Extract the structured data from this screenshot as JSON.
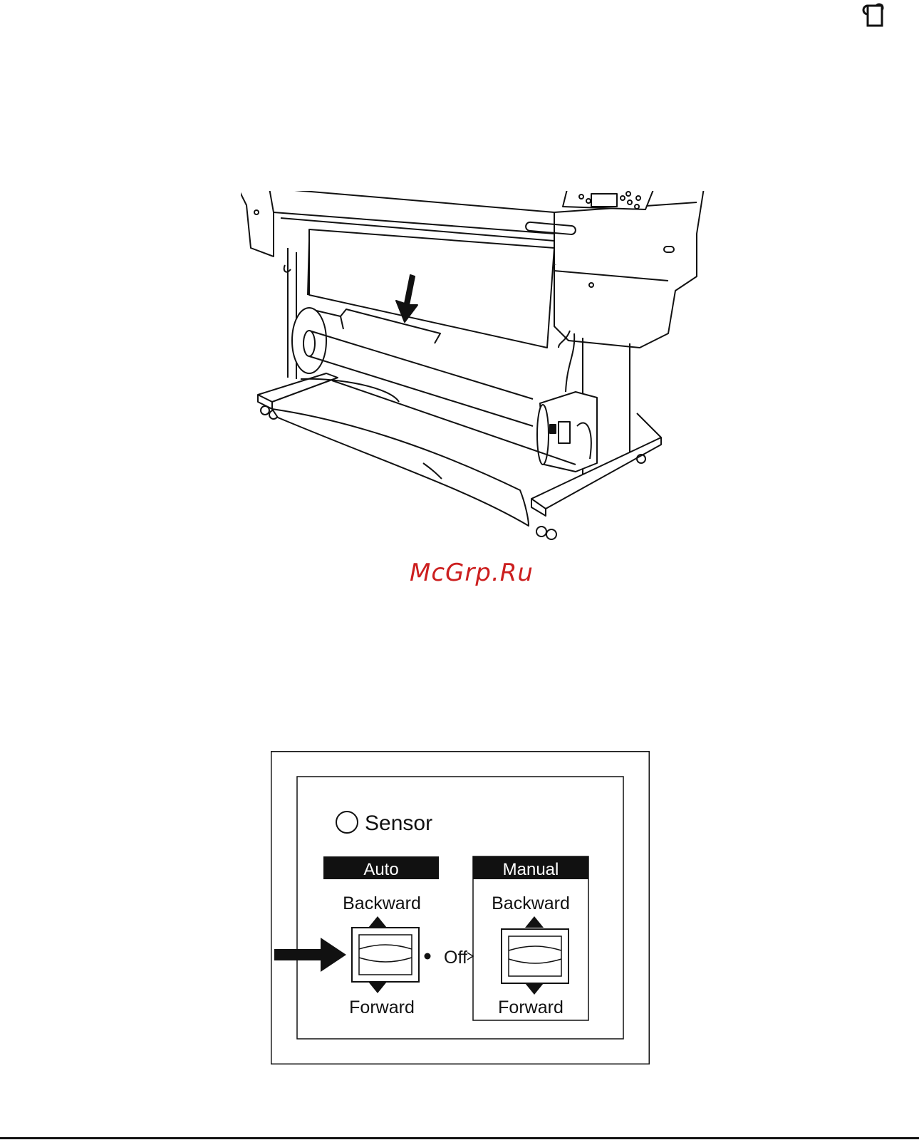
{
  "header": {
    "icon": "paper-roll-icon"
  },
  "figure1": {
    "arrow_direction": "down"
  },
  "watermark": {
    "text": "McGrp.Ru",
    "color": "#cc1f1f"
  },
  "panel": {
    "sensor_label": "Sensor",
    "auto": {
      "header": "Auto",
      "backward": "Backward",
      "forward": "Forward"
    },
    "manual": {
      "header": "Manual",
      "backward": "Backward",
      "forward": "Forward"
    },
    "off_label": "Off"
  }
}
